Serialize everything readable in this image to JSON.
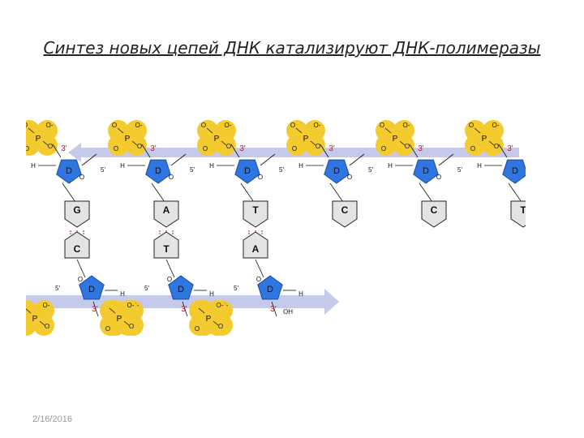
{
  "title": "Синтез новых цепей ДНК катализируют ДНК-полимеразы",
  "date": "2/16/2016",
  "labels": {
    "sugar": "D",
    "phosphorus": "P",
    "oxygen": "O",
    "oxygen_minus": "O-",
    "hydrogen": "H",
    "hydroxyl": "OH",
    "prime5": "5'",
    "prime3": "3'"
  },
  "template_strand": {
    "bases": [
      "G",
      "A",
      "T",
      "C",
      "C",
      "T"
    ]
  },
  "new_strand": {
    "bases": [
      "C",
      "T",
      "A"
    ]
  },
  "colors": {
    "sugar": "#2f76e0",
    "phosphate": "#f3cb2e",
    "base_fill": "#e4e4e4",
    "arrow": "#c5c9ec",
    "prime_mark": "#cc1111"
  }
}
